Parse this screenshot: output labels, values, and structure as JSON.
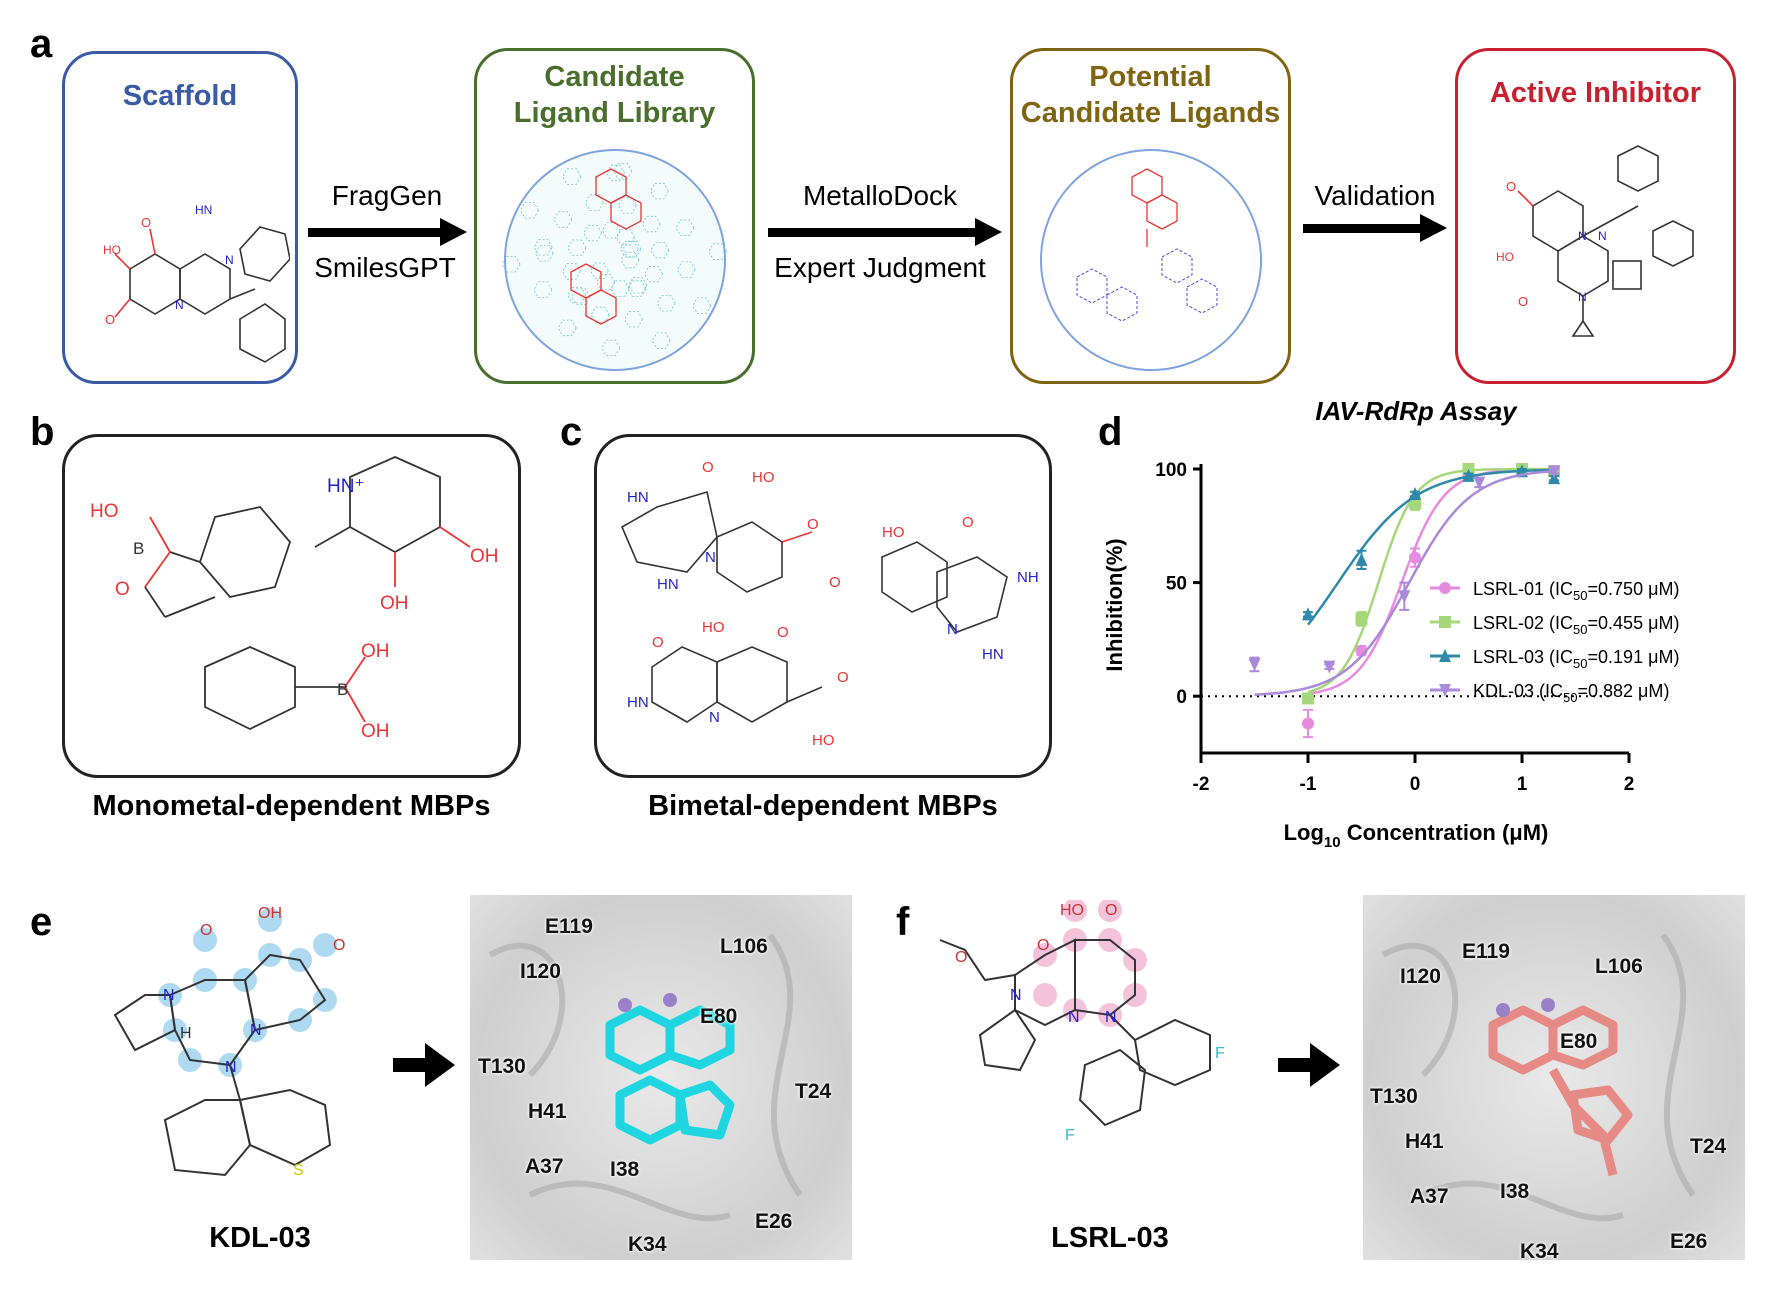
{
  "panels": {
    "a": "a",
    "b": "b",
    "c": "c",
    "d": "d",
    "e": "e",
    "f": "f"
  },
  "panel_a": {
    "boxes": [
      {
        "title": [
          "Scaffold"
        ],
        "color": "#3b5aa6"
      },
      {
        "title": [
          "Candidate",
          "Ligand Library"
        ],
        "color": "#4a6e2c"
      },
      {
        "title": [
          "Potential",
          "Candidate Ligands"
        ],
        "color": "#7f6512"
      },
      {
        "title": [
          "Active Inhibitor"
        ],
        "color": "#c8202f"
      }
    ],
    "arrows": [
      {
        "top": "FragGen",
        "bottom": "SmilesGPT"
      },
      {
        "top": "MetalloDock",
        "bottom": "Expert Judgment"
      },
      {
        "top": "Validation",
        "bottom": ""
      }
    ],
    "atoms_scaffold": [
      "O",
      "HN",
      "HO",
      "N",
      "N",
      "O"
    ],
    "atoms_active": [
      "O",
      "HO",
      "N",
      "N",
      "N",
      "O"
    ]
  },
  "panel_b": {
    "caption": "Monometal-dependent MBPs",
    "atoms": [
      "HO",
      "B",
      "O",
      "HN⁺",
      "OH",
      "OH",
      "OH",
      "B",
      "OH"
    ]
  },
  "panel_c": {
    "caption": "Bimetal-dependent MBPs",
    "atoms": [
      "O",
      "HO",
      "HN",
      "O",
      "N",
      "HN",
      "HO",
      "O",
      "O",
      "NH",
      "N",
      "HN",
      "HO",
      "O",
      "O",
      "HN",
      "N",
      "O",
      "HO"
    ]
  },
  "panel_e": {
    "compound": "KDL-03",
    "atoms": [
      "O",
      "OH",
      "O",
      "N",
      "H",
      "N",
      "N",
      "S"
    ],
    "residues": [
      "E119",
      "L106",
      "I120",
      "E80",
      "T130",
      "T24",
      "H41",
      "A37",
      "I38",
      "E26",
      "K34"
    ],
    "ligand_color": "#1fd6e0"
  },
  "panel_f": {
    "compound": "LSRL-03",
    "atoms": [
      "HO",
      "O",
      "O",
      "O",
      "N",
      "N",
      "N",
      "F",
      "F"
    ],
    "residues": [
      "E119",
      "L106",
      "I120",
      "E80",
      "T130",
      "H41",
      "T24",
      "A37",
      "I38",
      "K34",
      "E26"
    ],
    "ligand_color": "#e58a84"
  },
  "chart_data": {
    "type": "line",
    "title": "IAV-RdRp Assay",
    "xlabel": "Log10 Concentration (μM)",
    "xlabel_main": "Log",
    "xlabel_sub": "10",
    "xlabel_rest": " Concentration (μM)",
    "ylabel": "Inhibition(%)",
    "xlim": [
      -2,
      2
    ],
    "ylim": [
      -25,
      100
    ],
    "xticks": [
      "-2",
      "-1",
      "0",
      "1",
      "2"
    ],
    "yticks": [
      "0",
      "50",
      "100"
    ],
    "legend_position": "right",
    "reference_line": 0,
    "series": [
      {
        "name": "LSRL-01",
        "ic50_label": "0.750 μM",
        "color": "#e78be0",
        "marker": "circle",
        "ic50": 0.75,
        "hill": 2.2,
        "x": [
          -1,
          -0.5,
          0,
          0.5,
          1,
          1.3
        ],
        "y": [
          -12,
          20,
          61,
          97,
          99,
          99
        ],
        "err": [
          6,
          2,
          4,
          1,
          1,
          1
        ]
      },
      {
        "name": "LSRL-02",
        "ic50_label": "0.455 μM",
        "color": "#a6d77a",
        "marker": "square",
        "ic50": 0.455,
        "hill": 2.6,
        "x": [
          -1,
          -0.5,
          0,
          0.5,
          1,
          1.3
        ],
        "y": [
          -1,
          34,
          85,
          100,
          100,
          99
        ],
        "err": [
          2,
          3,
          3,
          1,
          1,
          1
        ]
      },
      {
        "name": "LSRL-03",
        "ic50_label": "0.191 μM",
        "color": "#2e8aa8",
        "marker": "triangle-up",
        "ic50": 0.191,
        "hill": 1.2,
        "x": [
          -1,
          -0.5,
          0,
          0.5,
          1,
          1.3
        ],
        "y": [
          36,
          60,
          89,
          97,
          99,
          96
        ],
        "err": [
          1,
          4,
          1,
          1,
          1,
          1
        ]
      },
      {
        "name": "KDL-03",
        "ic50_label": "0.882 μM",
        "color": "#a98ad8",
        "marker": "triangle-down",
        "ic50": 0.882,
        "hill": 1.5,
        "x": [
          -1.5,
          -0.8,
          -0.1,
          0.6,
          1.3
        ],
        "y": [
          14,
          13,
          44,
          94,
          99
        ],
        "err": [
          3,
          1,
          6,
          2,
          1
        ]
      }
    ]
  }
}
